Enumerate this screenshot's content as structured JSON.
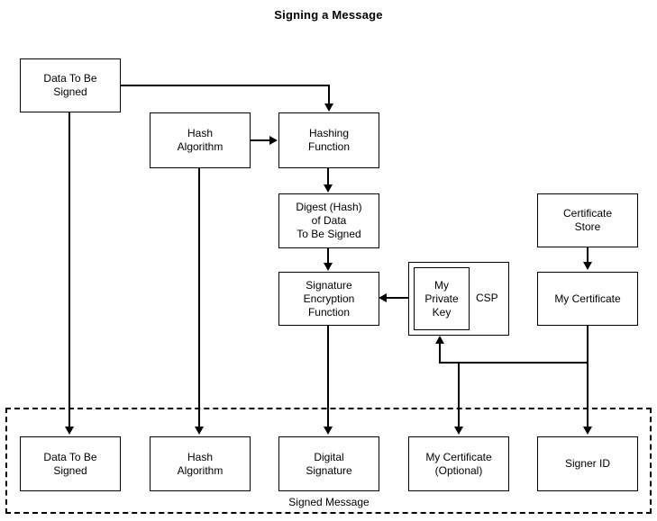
{
  "diagram": {
    "title": "Signing a Message",
    "group_label": "Signed Message",
    "csp_label": "CSP",
    "nodes": {
      "data_to_be_signed_top": "Data To Be\nSigned",
      "hash_algorithm_top": "Hash\nAlgorithm",
      "hashing_function": "Hashing\nFunction",
      "digest": "Digest (Hash)\nof Data\nTo Be Signed",
      "signature_encryption_function": "Signature\nEncryption\nFunction",
      "my_private_key": "My\nPrivate\nKey",
      "certificate_store": "Certificate\nStore",
      "my_certificate": "My Certificate",
      "data_to_be_signed_bottom": "Data To Be\nSigned",
      "hash_algorithm_bottom": "Hash\nAlgorithm",
      "digital_signature": "Digital\nSignature",
      "my_certificate_optional": "My Certificate\n(Optional)",
      "signer_id": "Signer ID"
    }
  }
}
